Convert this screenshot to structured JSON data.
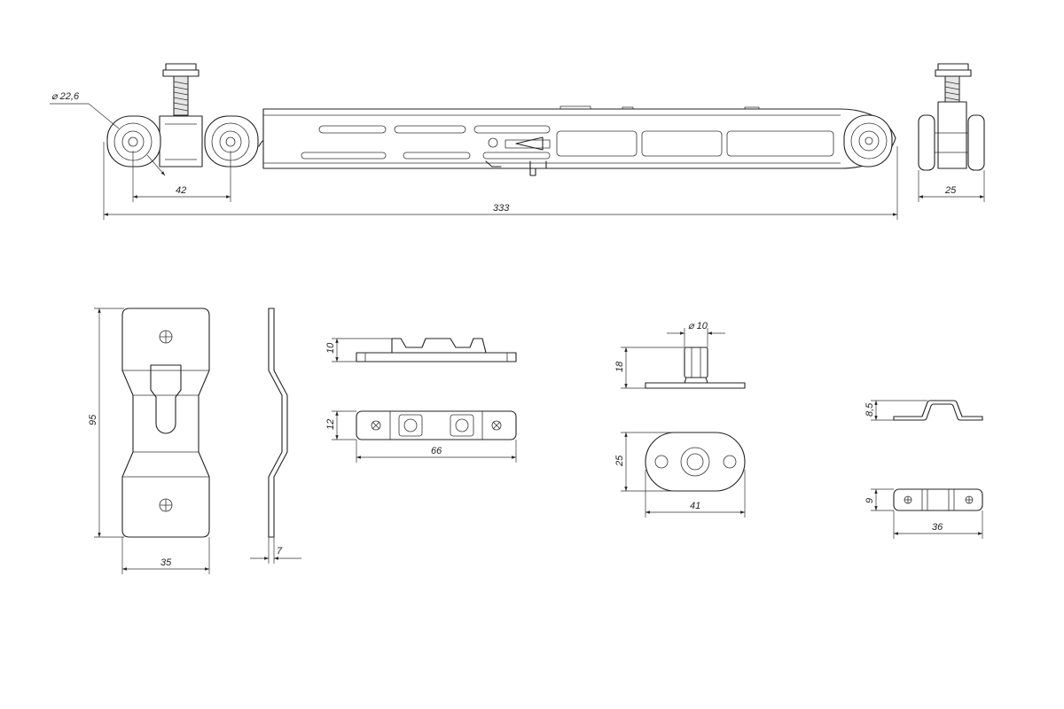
{
  "dimensions": {
    "wheel_diameter": "⌀ 22,6",
    "wheel_spacing": "42",
    "total_length": "333",
    "side_width": "25",
    "bracket_height": "95",
    "bracket_width": "35",
    "bracket_thickness": "7",
    "stop_height": "10",
    "stop_depth": "12",
    "stop_length": "66",
    "pin_diameter": "⌀ 10",
    "pin_height": "18",
    "plate_height": "25",
    "plate_length": "41",
    "clip_height": "8,5",
    "clip_depth": "9",
    "clip_length": "36"
  }
}
